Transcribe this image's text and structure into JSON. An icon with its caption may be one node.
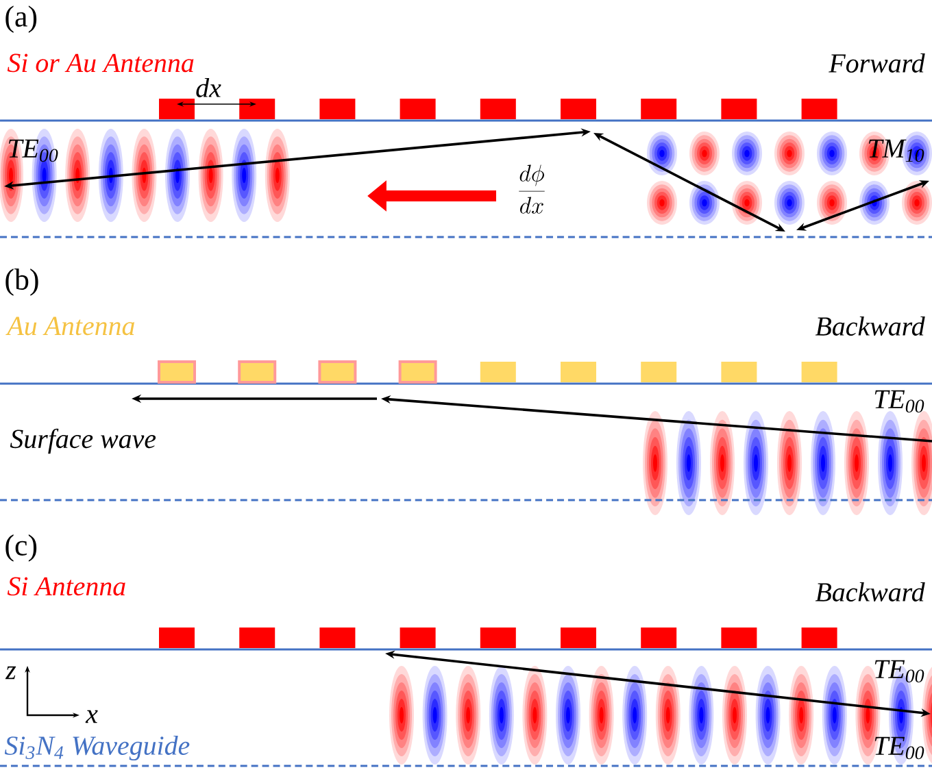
{
  "diagram": {
    "labels": [
      "(a)",
      "Si or Au Antenna",
      "Forward",
      "dx",
      "TE$_{00}$",
      "TM$_{10}$",
      "\\frac{d\\phi}{dx}",
      "(b)",
      "Au Antenna",
      "Backward",
      "TE$_{00}$",
      "Surface wave",
      "(c)",
      "Si Antenna",
      "Backward",
      "TE$_{00}$",
      "z",
      "x",
      "Si$_{3}$N$_{4}$ Waveguide",
      "TE$_{00}$"
    ]
  }
}
